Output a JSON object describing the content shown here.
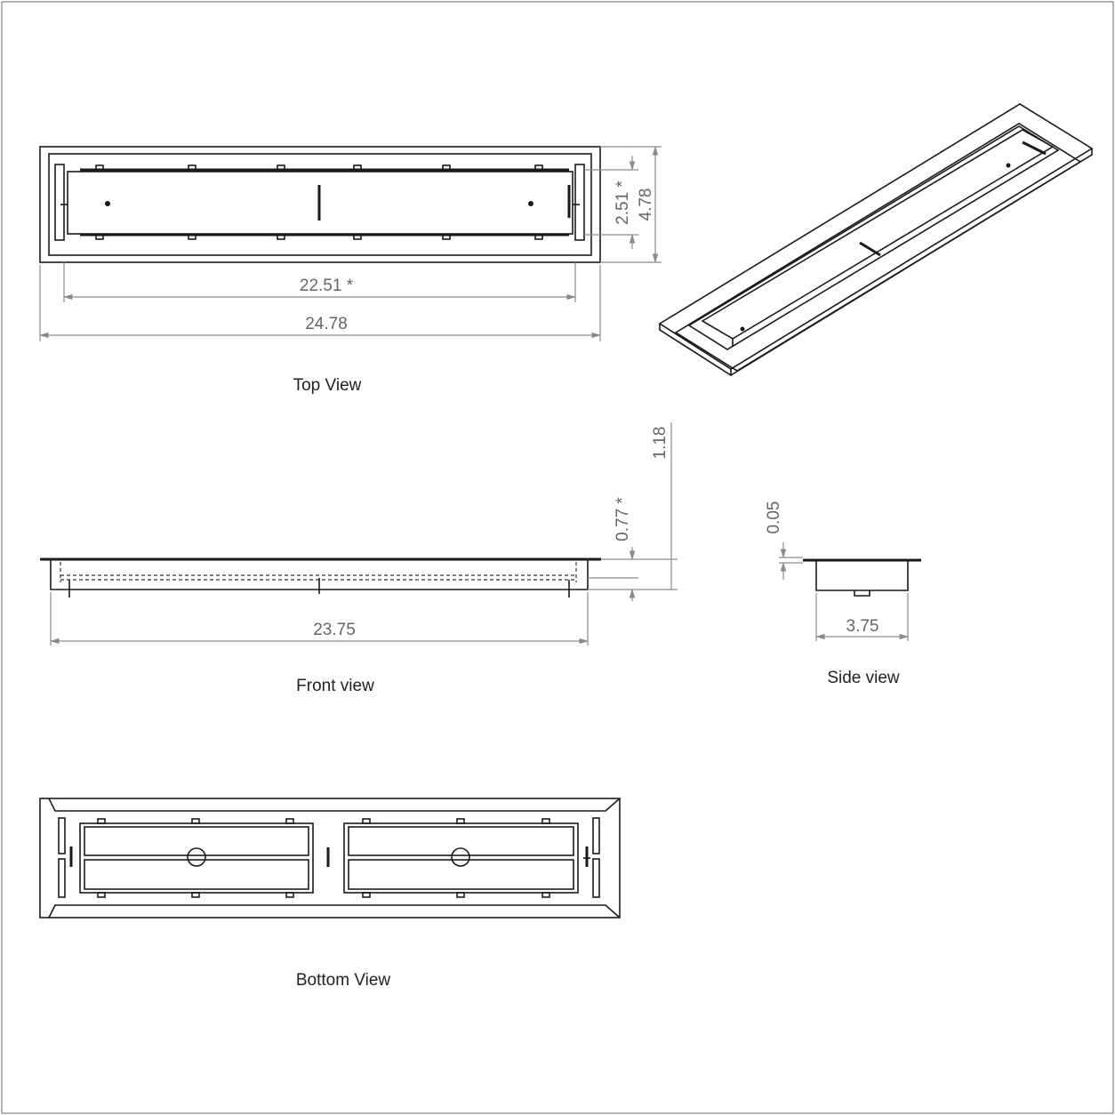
{
  "dimensions": {
    "top_inner_height": "2.51 *",
    "top_outer_height": "4.78",
    "top_inner_length": "22.51 *",
    "top_outer_length": "24.78",
    "front_overall_height": "1.18",
    "front_inner_height": "0.77 *",
    "front_length": "23.75",
    "side_flange": "0.05",
    "side_width": "3.75"
  },
  "labels": {
    "top": "Top View",
    "front": "Front view",
    "side": "Side view",
    "bottom": "Bottom View"
  }
}
